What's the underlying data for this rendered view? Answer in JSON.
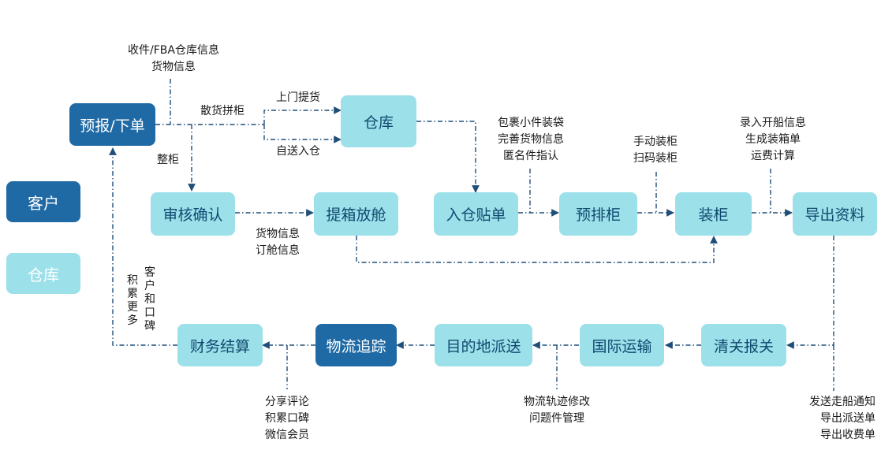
{
  "legend": {
    "customer": "客户",
    "warehouse": "仓库"
  },
  "nodes": {
    "forecast": "预报/下单",
    "warehouse": "仓库",
    "review": "审核确认",
    "pickup": "提箱放舱",
    "inbound": "入仓贴单",
    "preload": "预排柜",
    "loading": "装柜",
    "export": "导出资料",
    "finance": "财务结算",
    "tracking": "物流追踪",
    "delivery": "目的地派送",
    "intl": "国际运输",
    "customs": "清关报关"
  },
  "notes": {
    "receiver": [
      "收件/FBA仓库信息",
      "货物信息"
    ],
    "lcl": "散货拼柜",
    "door_pickup": "上门提货",
    "self_delivery": "自送入仓",
    "fcl": "整柜",
    "booking": [
      "货物信息",
      "订舱信息"
    ],
    "packing": [
      "包裹小件装袋",
      "完善货物信息",
      "匿名件指认"
    ],
    "load_mode": [
      "手动装柜",
      "扫码装柜"
    ],
    "ship_info": [
      "录入开船信息",
      "生成装箱单",
      "运费计算"
    ],
    "notify": [
      "发送走船通知",
      "导出派送单",
      "导出收费单"
    ],
    "track_edit": [
      "物流轨迹修改",
      "问题件管理"
    ],
    "share": [
      "分享评论",
      "积累口碑",
      "微信会员"
    ],
    "reputation_col1": "积累更多",
    "reputation_col2": "客户和口碑"
  },
  "colors": {
    "customer": "#1f6aa5",
    "warehouse": "#9ce0ea",
    "edge": "#1f4e79"
  }
}
